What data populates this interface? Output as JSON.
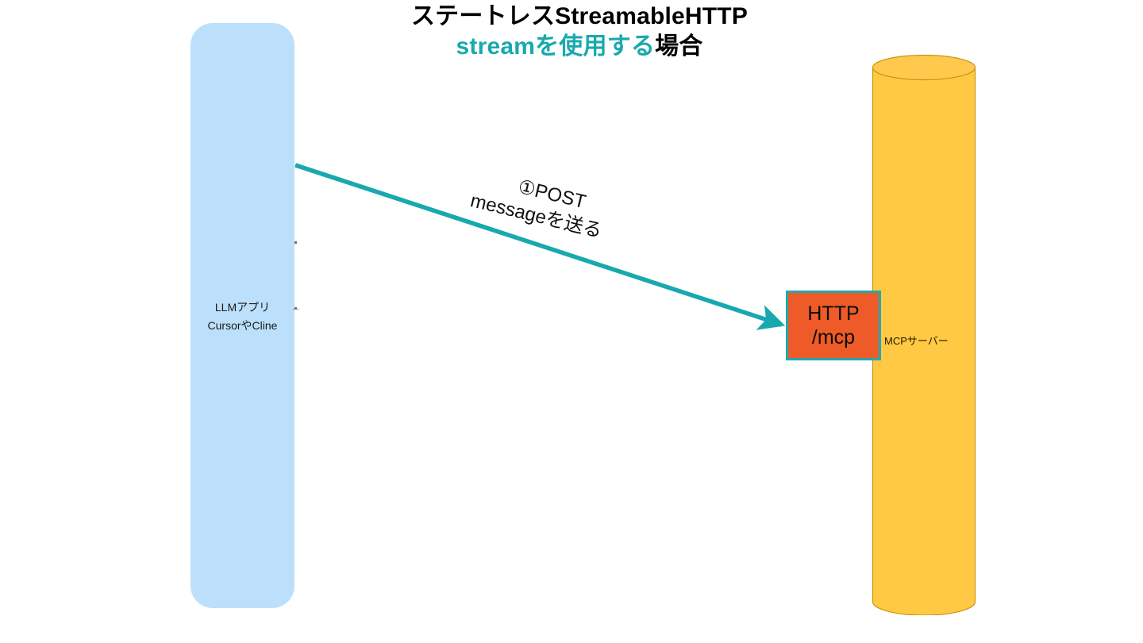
{
  "diagram": {
    "title": {
      "line1": "ステートレスStreamableHTTP",
      "line2_accent": "streamを使用する",
      "line2_plain": "場合"
    },
    "client": {
      "label_line1": "LLMアプリ",
      "label_line2": "CursorやCline"
    },
    "server": {
      "label": "MCPサーバー",
      "endpoint_line1": "HTTP",
      "endpoint_line2": "/mcp"
    },
    "flow": {
      "step1_line1": "①POST",
      "step1_line2": "messageを送る"
    },
    "colors": {
      "accent_teal": "#18A9AE",
      "client_blue": "#BCE0FB",
      "server_yellow": "#FFC943",
      "server_yellow_dark": "#C8960E",
      "endpoint_orange": "#EE5B28",
      "endpoint_border": "#26A8AC",
      "text_black": "#000000"
    }
  }
}
